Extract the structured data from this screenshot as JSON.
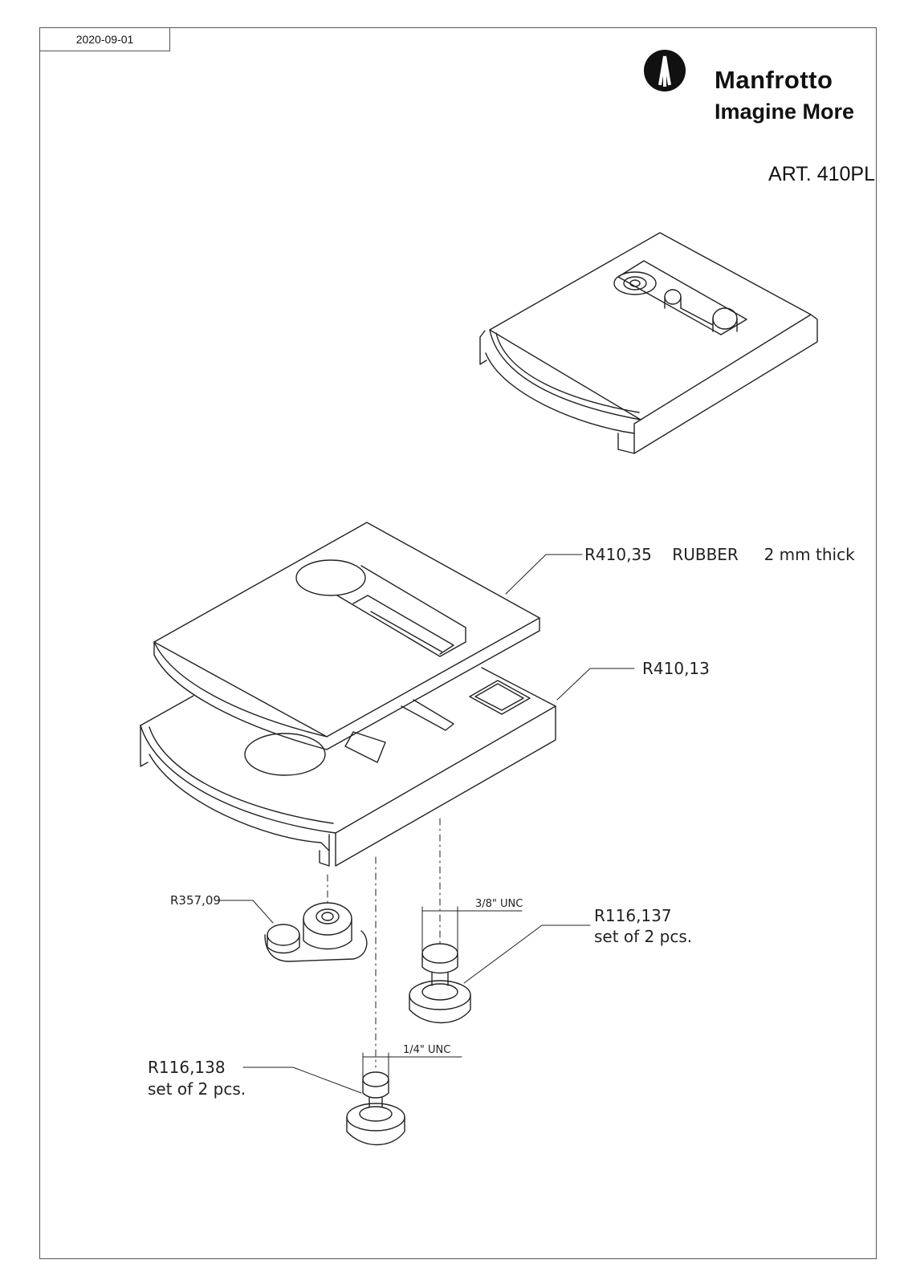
{
  "header": {
    "date": "2020-09-01",
    "brand": "Manfrotto",
    "tagline": "Imagine More",
    "article": "ART. 410PL"
  },
  "callouts": {
    "rubber": "R410,35    RUBBER     2 mm thick",
    "plate": "R410,13",
    "lock": "R357,09",
    "screw_large_code": "R116,137",
    "screw_large_qty": "set of 2 pcs.",
    "screw_large_thread": "3/8\" UNC",
    "screw_small_code": "R116,138",
    "screw_small_qty": "set of 2 pcs.",
    "screw_small_thread": "1/4\" UNC"
  },
  "icons": {
    "logo": "tripod-logo-icon"
  }
}
